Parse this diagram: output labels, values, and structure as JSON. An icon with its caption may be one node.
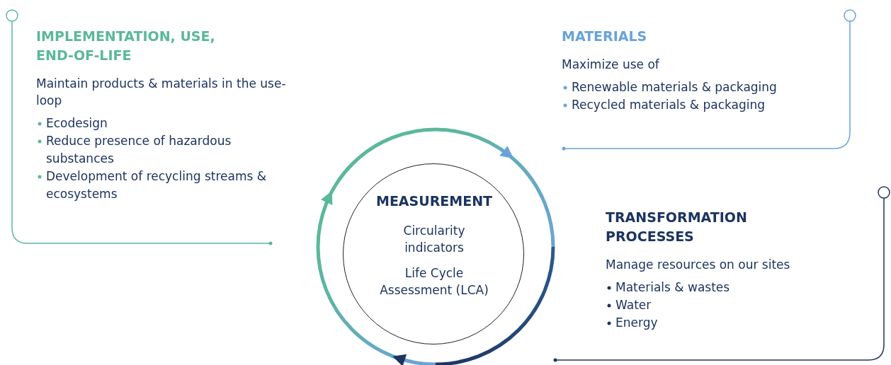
{
  "diagram": {
    "nodes": [
      {
        "text": [
          "IMPLEMENTATION, USE, END-OF-LIFE",
          "Maintain products & materials in the use-loop",
          "Ecodesign",
          "Reduce presence of hazardous substances",
          "Development of recycling streams & ecosystems"
        ]
      },
      {
        "text": [
          "MATERIALS",
          "Maximize use of",
          "Renewable materials & packaging",
          "Recycled materials & packaging"
        ]
      },
      {
        "text": [
          "MEASUREMENT",
          "Circularity indicators",
          "Life Cycle Assessment (LCA)"
        ]
      },
      {
        "text": [
          "TRANSFORMATION PROCESSES",
          "Manage resources on our sites",
          "Materials & wastes",
          "Water",
          "Energy"
        ]
      }
    ]
  }
}
